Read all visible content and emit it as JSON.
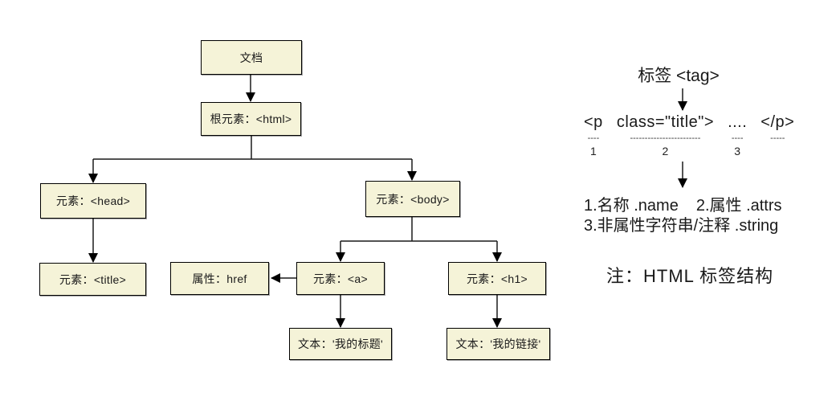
{
  "diagram": {
    "title": "HTML DOM tree",
    "node_fill": "#f5f3d8",
    "node_border": "#000000",
    "nodes": {
      "doc": {
        "label": "文档"
      },
      "html": {
        "label": "根元素：<html>"
      },
      "head": {
        "label": "元素：<head>"
      },
      "body": {
        "label": "元素：<body>"
      },
      "title": {
        "label": "元素：<title>"
      },
      "href": {
        "label": "属性：href"
      },
      "a": {
        "label": "元素：<a>"
      },
      "h1": {
        "label": "元素：<h1>"
      },
      "text_a": {
        "label": "文本：'我的标题'"
      },
      "text_h1": {
        "label": "文本：'我的链接'"
      }
    }
  },
  "annotation": {
    "tag_title": "标签 <tag>",
    "code_parts": [
      "<p",
      "class=\"title\">",
      "....",
      "</p>"
    ],
    "dash_parts": [
      "----",
      "------------------------",
      "----",
      "-----"
    ],
    "numbers": [
      "1",
      "2",
      "3",
      ""
    ],
    "legend_item1": "1.名称 .name",
    "legend_item2": "2.属性 .attrs",
    "legend_line2": "3.非属性字符串/注释 .string",
    "note": "注：HTML 标签结构"
  }
}
